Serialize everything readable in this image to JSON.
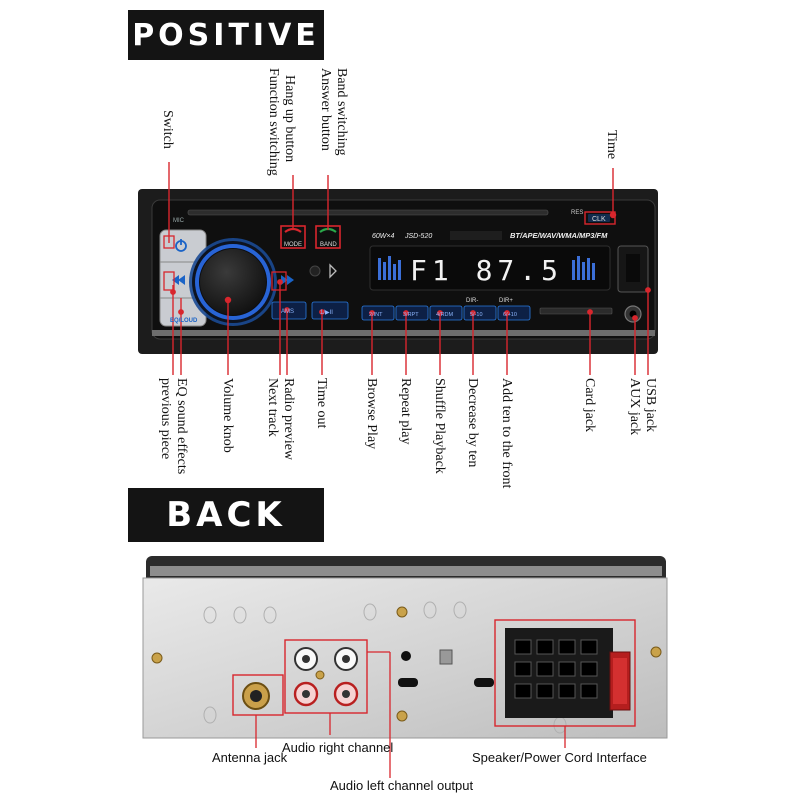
{
  "headings": {
    "positive": "POSITIVE",
    "back": "BACK"
  },
  "radio": {
    "mic": "MIC",
    "res": "RES",
    "clk": "CLK",
    "mode": "MODE",
    "band": "BAND",
    "power_spec": "60W×4",
    "model": "JSD-520",
    "formats": "BT/APE/WAV/WMA/MP3/FM",
    "display": "F1  87.5",
    "eq_loud": "EQ/LOUD",
    "ams": "AMS",
    "play_pause": "1/▶II",
    "dir_minus": "DIR-",
    "dir_plus": "DIR+",
    "presets": [
      "2/INT",
      "3/RPT",
      "4/RDM",
      "5/-10",
      "6/+10"
    ]
  },
  "top_labels": {
    "switch": "Switch",
    "hangup_1": "Hang up button",
    "hangup_2": "Function switching",
    "band_1": "Band switching",
    "band_2": "Answer button",
    "time": "Time"
  },
  "bottom_labels": {
    "eq_1": "EQ sound effects",
    "eq_2": "previous piece",
    "volume": "Volume knob",
    "radio_1": "Radio preview",
    "radio_2": "Next track",
    "timeout": "Time out",
    "browse": "Browse Play",
    "repeat": "Repeat play",
    "shuffle": "Shuffle Playback",
    "decrease": "Decrease by ten",
    "add": "Add ten to the front",
    "card": "Card jack",
    "usb_1": "USB jack",
    "usb_2": "AUX jack"
  },
  "back_labels": {
    "antenna": "Antenna jack",
    "audio_right": "Audio right channel",
    "speaker": "Speaker/Power Cord Interface",
    "audio_left": "Audio left channel output"
  },
  "colors": {
    "callout": "#d8262d",
    "accent_blue": "#2a7be0",
    "display_bg": "#0a0a0a"
  }
}
